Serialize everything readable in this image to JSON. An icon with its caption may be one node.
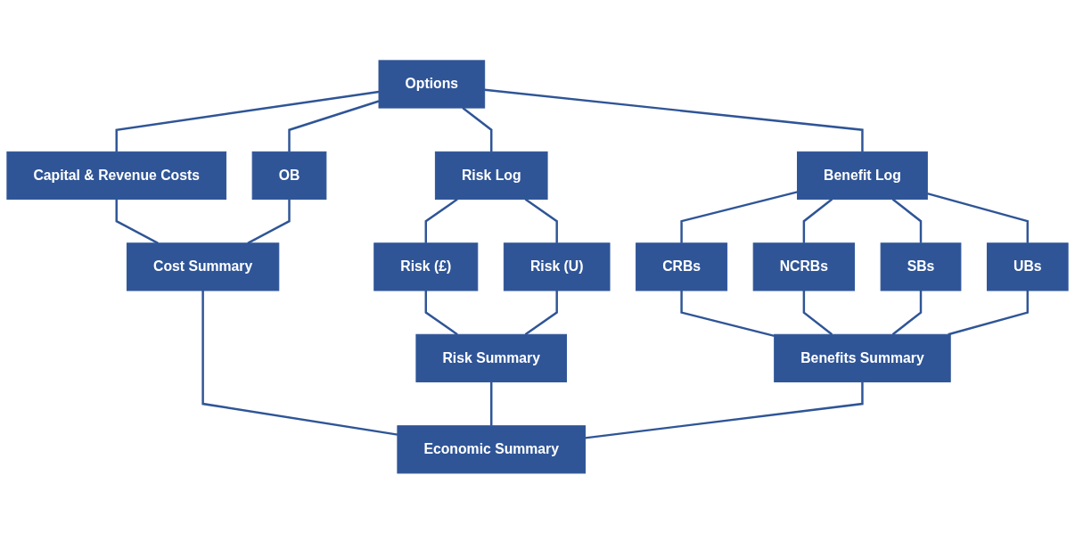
{
  "diagram": {
    "nodes": [
      {
        "text": [
          "Options"
        ]
      },
      {
        "text": [
          "Risk Log"
        ]
      },
      {
        "text": [
          "Benefit Log"
        ]
      },
      {
        "text": [
          "Capital & Revenue Costs"
        ]
      },
      {
        "text": [
          "OB"
        ]
      },
      {
        "text": [
          "Risk (£)"
        ]
      },
      {
        "text": [
          "Risk (U)"
        ]
      },
      {
        "text": [
          "CRBs"
        ]
      },
      {
        "text": [
          "NCRBs"
        ]
      },
      {
        "text": [
          "SBs"
        ]
      },
      {
        "text": [
          "UBs"
        ]
      },
      {
        "text": [
          "Cost Summary"
        ]
      },
      {
        "text": [
          "Risk Summary"
        ]
      },
      {
        "text": [
          "Benefits Summary"
        ]
      },
      {
        "text": [
          "Economic Summary"
        ]
      }
    ],
    "edges": [
      {
        "from": 0,
        "to": 3,
        "arrow": "none"
      },
      {
        "from": 0,
        "to": 4,
        "arrow": "none"
      },
      {
        "from": 0,
        "to": 1,
        "arrow": "none"
      },
      {
        "from": 0,
        "to": 2,
        "arrow": "none"
      },
      {
        "from": 1,
        "to": 5,
        "arrow": "none"
      },
      {
        "from": 1,
        "to": 6,
        "arrow": "none"
      },
      {
        "from": 2,
        "to": 7,
        "arrow": "none"
      },
      {
        "from": 2,
        "to": 8,
        "arrow": "none"
      },
      {
        "from": 2,
        "to": 9,
        "arrow": "none"
      },
      {
        "from": 2,
        "to": 10,
        "arrow": "none"
      },
      {
        "from": 3,
        "to": 11,
        "arrow": "none"
      },
      {
        "from": 4,
        "to": 11,
        "arrow": "none"
      },
      {
        "from": 5,
        "to": 12,
        "arrow": "none"
      },
      {
        "from": 6,
        "to": 12,
        "arrow": "none"
      },
      {
        "from": 7,
        "to": 13,
        "arrow": "none"
      },
      {
        "from": 8,
        "to": 13,
        "arrow": "none"
      },
      {
        "from": 9,
        "to": 13,
        "arrow": "none"
      },
      {
        "from": 10,
        "to": 13,
        "arrow": "none"
      },
      {
        "from": 11,
        "to": 14,
        "arrow": "none"
      },
      {
        "from": 12,
        "to": 14,
        "arrow": "none"
      },
      {
        "from": 13,
        "to": 14,
        "arrow": "none"
      }
    ]
  }
}
